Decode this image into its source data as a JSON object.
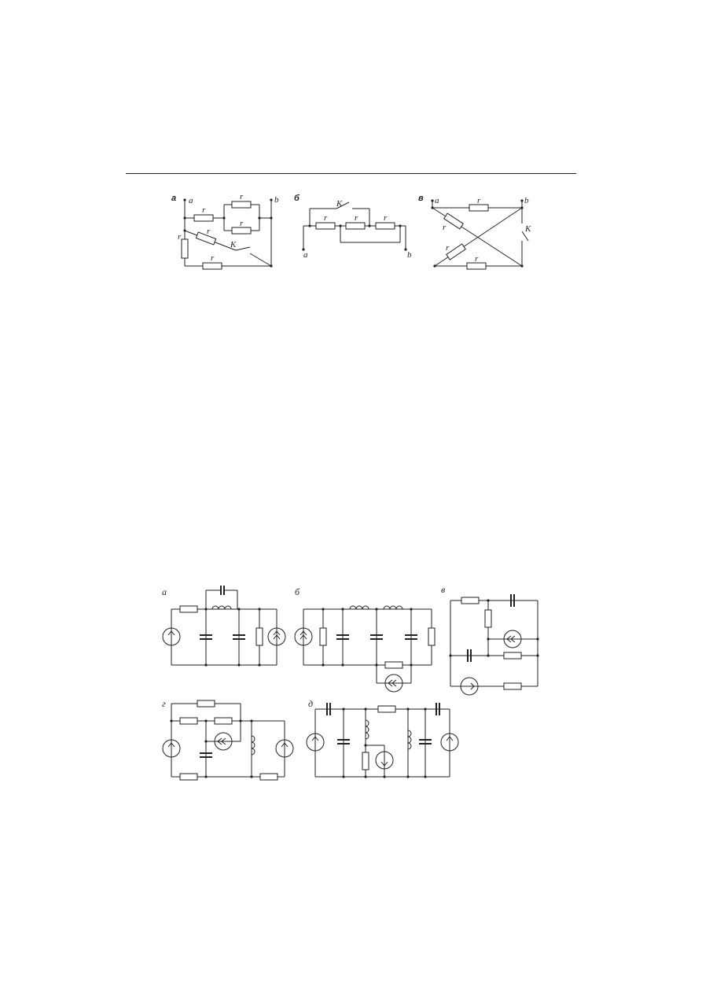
{
  "top_figure": {
    "panel_a": {
      "tag": "а",
      "node_a": "a",
      "node_b": "b",
      "resistor": "r",
      "switch": "K"
    },
    "panel_b": {
      "tag": "б",
      "node_a": "a",
      "node_b": "b",
      "resistor": "r",
      "switch": "K"
    },
    "panel_c": {
      "tag": "в",
      "node_a": "a",
      "node_b": "b",
      "resistor": "r",
      "switch": "K"
    }
  },
  "bottom_figure": {
    "panel_a": {
      "tag": "а"
    },
    "panel_b": {
      "tag": "б"
    },
    "panel_c": {
      "tag": "в"
    },
    "panel_d": {
      "tag": "г"
    },
    "panel_e": {
      "tag": "д"
    }
  }
}
